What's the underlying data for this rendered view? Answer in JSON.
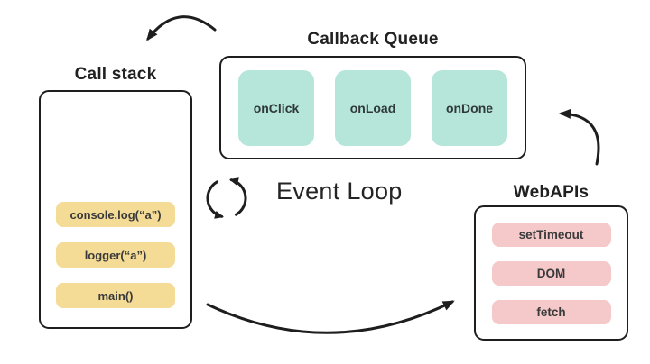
{
  "diagram": {
    "call_stack": {
      "title": "Call stack",
      "items": [
        "console.log(“a”)",
        "logger(“a”)",
        "main()"
      ]
    },
    "callback_queue": {
      "title": "Callback Queue",
      "items": [
        "onClick",
        "onLoad",
        "onDone"
      ]
    },
    "web_apis": {
      "title": "WebAPIs",
      "items": [
        "setTimeout",
        "DOM",
        "fetch"
      ]
    },
    "event_loop": {
      "label": "Event Loop"
    }
  },
  "colors": {
    "background": "#ffffff",
    "ink": "#1e1e1e",
    "callback_item": "#b6e5da",
    "stack_item": "#f4dc96",
    "webapi_item": "#f5c9c9"
  }
}
